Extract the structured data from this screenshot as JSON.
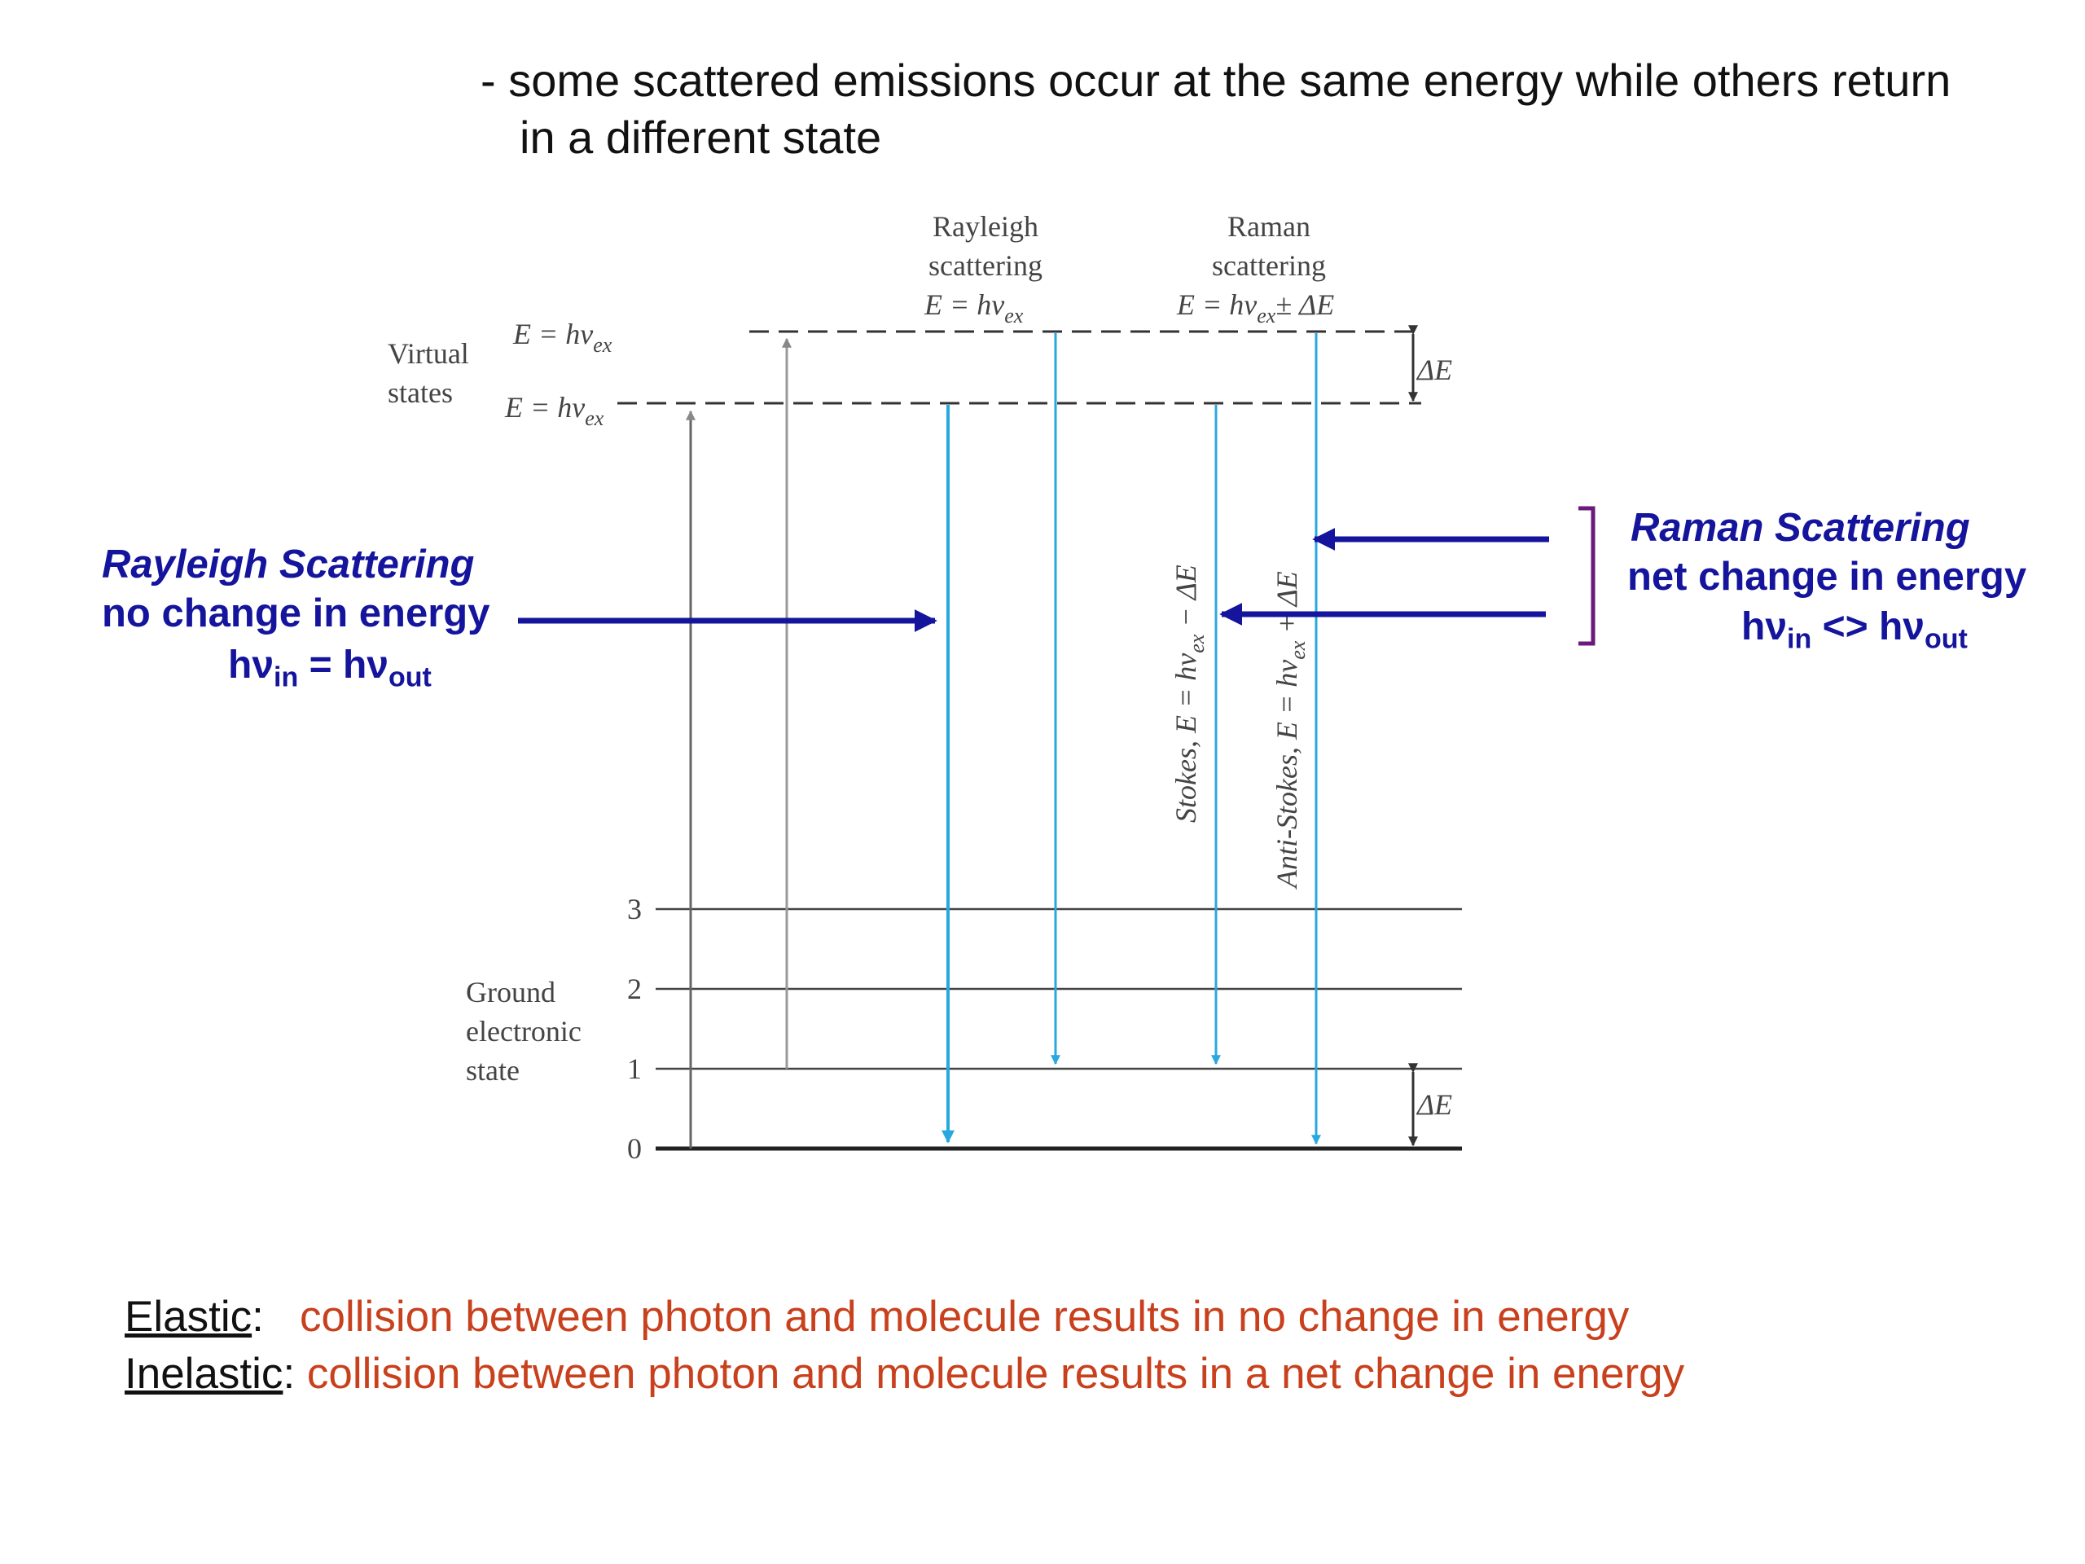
{
  "intro": {
    "line1": "- some scattered emissions occur at the same energy while others return",
    "line2": "in a different state"
  },
  "diagram": {
    "rayleigh_header": [
      "Rayleigh",
      "scattering",
      "E = hν"
    ],
    "raman_header": [
      "Raman",
      "scattering",
      "E = hν",
      "± ΔE"
    ],
    "virtual_states_label": [
      "Virtual",
      "states"
    ],
    "virtual_upper": "E = hν",
    "virtual_lower": "E = hν",
    "sub_ex": "ex",
    "delta_e": "ΔE",
    "ground_label": [
      "Ground",
      "electronic",
      "state"
    ],
    "levels": [
      "0",
      "1",
      "2",
      "3"
    ],
    "stokes_label": "Stokes, E = hν",
    "stokes_tail": " − ΔE",
    "anti_stokes_label": "Anti-Stokes, E = hν",
    "anti_stokes_tail": " + ΔE"
  },
  "rayleigh_callout": {
    "title": "Rayleigh Scattering",
    "subtitle": "no change in energy",
    "formula_hv": "hν",
    "formula_in": "in",
    "formula_eq": " = hν",
    "formula_out": "out"
  },
  "raman_callout": {
    "title": "Raman Scattering",
    "subtitle": "net change in energy",
    "formula_hv": "hν",
    "formula_in": "in",
    "formula_op": " <> hν",
    "formula_out": "out"
  },
  "definitions": {
    "elastic_term": "Elastic",
    "elastic_sep": ":   ",
    "elastic_desc": "collision between photon and molecule results in no change in energy",
    "inelastic_term": "Inelastic",
    "inelastic_sep": ": ",
    "inelastic_desc": "collision between photon and molecule results in a net change in energy"
  },
  "colors": {
    "arrow_blue": "#14149c",
    "emission_cyan": "#29a8e0",
    "bracket_purple": "#6a1a7a",
    "definition_red": "#c8401c"
  }
}
